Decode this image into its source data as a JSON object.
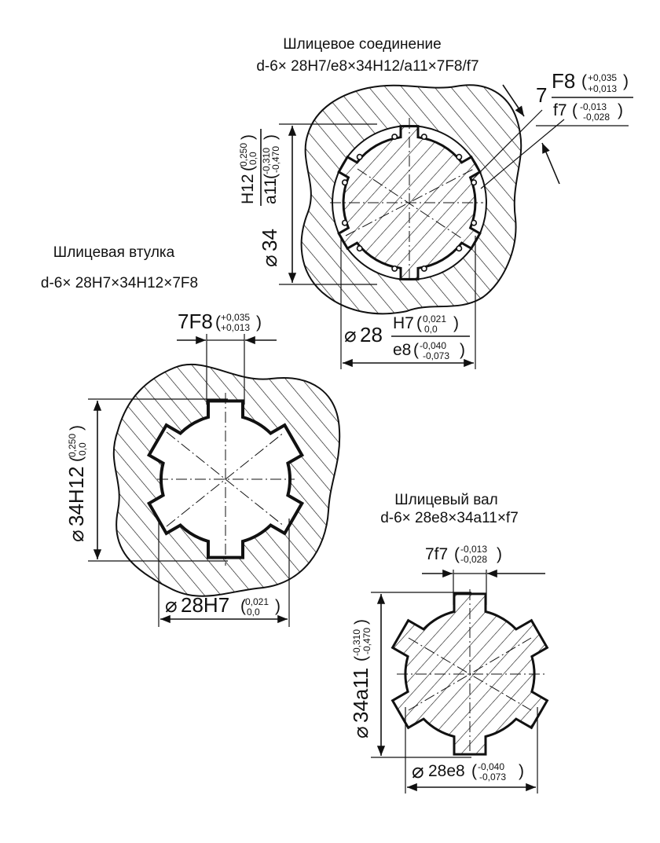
{
  "assembly": {
    "title": "Шлицевое соединение",
    "designation": "d-6× 28H7/e8×34H12/a11×7F8/f7",
    "dia_outer": {
      "sym": "34",
      "num": "H12",
      "num_dev_up": "0,250",
      "num_dev_lo": "0,0",
      "den": "a11",
      "den_dev_up": "-0,310",
      "den_dev_lo": "-0,470"
    },
    "dia_inner": {
      "sym": "28",
      "num": "H7",
      "num_dev_up": "0,021",
      "num_dev_lo": "0,0",
      "den": "e8",
      "den_dev_up": "-0,040",
      "den_dev_lo": "-0,073"
    },
    "width": {
      "nominal": "7",
      "num": "F8",
      "num_dev_up": "+0,035",
      "num_dev_lo": "+0,013",
      "den": "f7",
      "den_dev_up": "-0,013",
      "den_dev_lo": "-0,028"
    }
  },
  "bushing": {
    "title": "Шлицевая втулка",
    "designation": "d-6× 28H7×34H12×7F8",
    "width": {
      "label": "7F8",
      "dev_up": "+0,035",
      "dev_lo": "+0,013"
    },
    "dia_outer": {
      "label": "34H12",
      "dev_up": "0,250",
      "dev_lo": "0,0"
    },
    "dia_inner": {
      "label": "28H7",
      "dev_up": "0,021",
      "dev_lo": "0,0"
    }
  },
  "shaft": {
    "title": "Шлицевый вал",
    "designation": "d-6× 28e8×34a11×f7",
    "width": {
      "label": "7f7",
      "dev_up": "-0,013",
      "dev_lo": "-0,028"
    },
    "dia_outer": {
      "label": "34a11",
      "dev_up": "-0,310",
      "dev_lo": "-0,470"
    },
    "dia_inner": {
      "label": "28e8",
      "dev_up": "-0,040",
      "dev_lo": "-0,073"
    }
  },
  "symbols": {
    "diameter": "⌀"
  }
}
